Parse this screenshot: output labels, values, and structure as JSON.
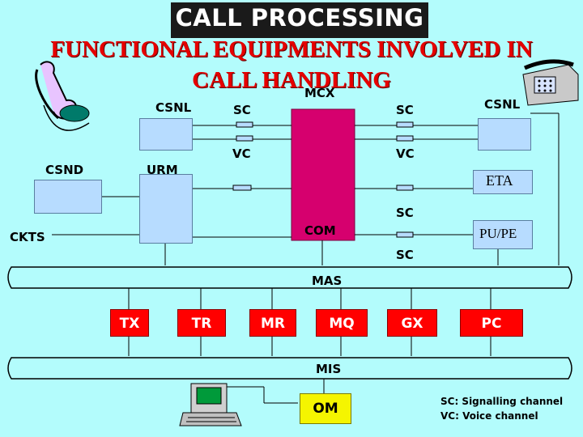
{
  "header": {
    "title": "CALL PROCESSING",
    "subtitle": "FUNCTIONAL EQUIPMENTS INVOLVED IN CALL HANDLING"
  },
  "blocks": {
    "mcx": "MCX",
    "csnl_left": "CSNL",
    "csnl_right": "CSNL",
    "sc_left": "SC",
    "sc_right": "SC",
    "vc_left": "VC",
    "vc_right": "VC",
    "csnd": "CSND",
    "urm": "URM",
    "eta": "ETA",
    "sc_mid": "SC",
    "com": "COM",
    "ckts": "CKTS",
    "pu_pe": "PU/PE",
    "sc_lower": "SC",
    "mas": "MAS",
    "mis": "MIS",
    "om": "OM"
  },
  "modules": [
    "TX",
    "TR",
    "MR",
    "MQ",
    "GX",
    "PC"
  ],
  "legend": {
    "sc": "SC: Signalling  channel",
    "vc": "VC: Voice channel"
  },
  "colors": {
    "background": "#b3fcfc",
    "subtitle": "#e60000",
    "mcx": "#d6006e",
    "blocks": "#b7dcff",
    "modules": "#ff0000",
    "om": "#f5f500"
  },
  "icons": [
    "telephone-handset-icon",
    "desk-telephone-icon",
    "computer-terminal-icon"
  ]
}
